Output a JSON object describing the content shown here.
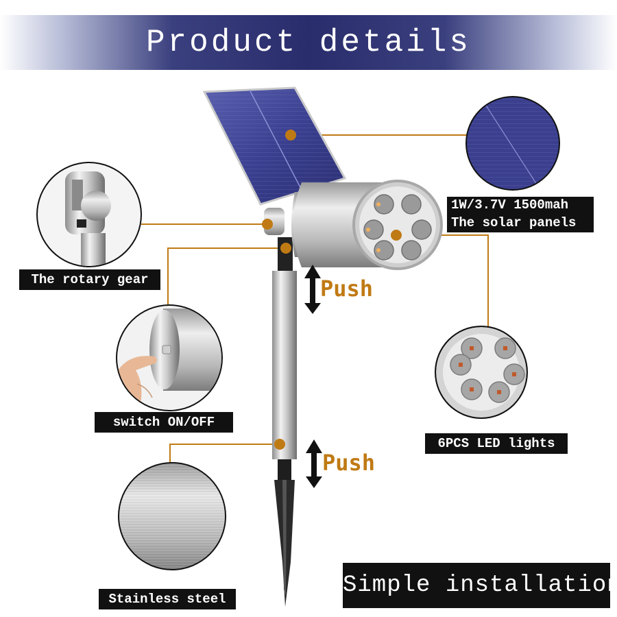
{
  "header": {
    "title": "Product details"
  },
  "labels": {
    "solar_spec": "1W/3.7V  1500mah",
    "solar_name": "The solar panels",
    "rotary_gear": "The rotary gear",
    "switch": "switch ON/OFF",
    "led": "6PCS LED lights",
    "steel": "Stainless steel",
    "install": "Simple installation"
  },
  "push": {
    "upper": "Push",
    "lower": "Push"
  },
  "icons": [
    "solar-panel-icon",
    "lamp-head-icon",
    "led-cluster-icon",
    "stake-icon",
    "up-down-arrow-icon",
    "finger-icon"
  ],
  "colors": {
    "accent": "#c07a14",
    "banner": "#2a2d6c",
    "panel": "#3a3f8a",
    "label_bg": "#111111"
  }
}
